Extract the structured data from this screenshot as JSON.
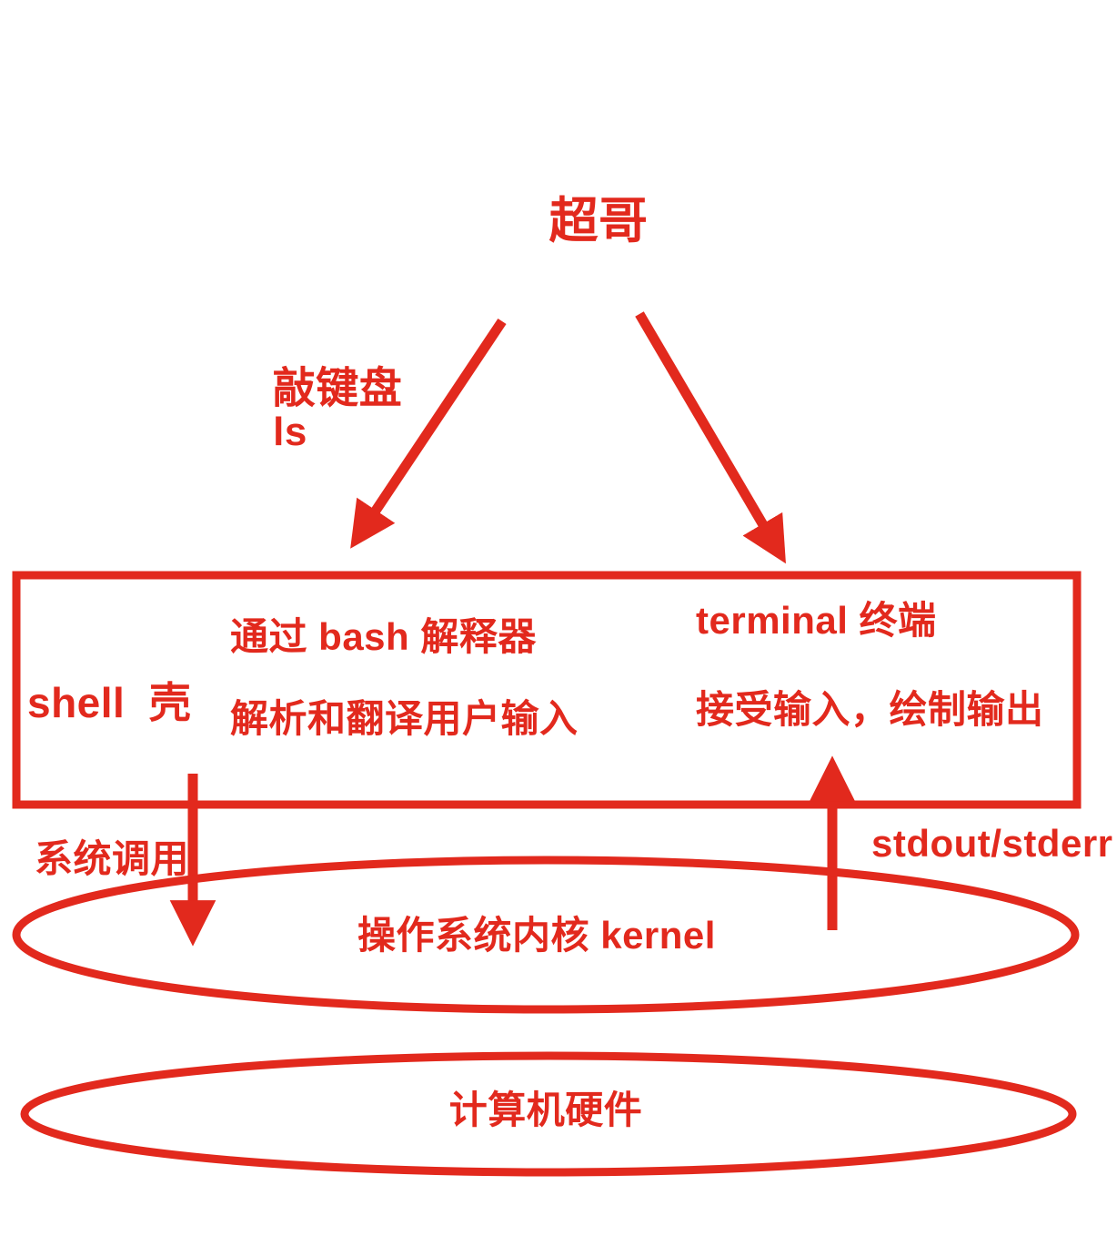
{
  "diagram": {
    "title_context": "shell / terminal / kernel diagram",
    "accent_color": "#e2291d",
    "background_color": "#ffffff",
    "nodes": {
      "user": "超哥",
      "keyboard_action": "敲键盘",
      "command": "ls",
      "shell_label": "shell  壳",
      "shell_desc_line1": "通过 bash 解释器",
      "shell_desc_line2": "解析和翻译用户输入",
      "terminal_label": "terminal 终端",
      "terminal_desc": "接受输入，绘制输出",
      "syscall_label": "系统调用",
      "stdout_label": "stdout/stderr",
      "kernel_label": "操作系统内核 kernel",
      "hardware_label": "计算机硬件"
    },
    "edges": [
      {
        "from": "user",
        "to": "shell",
        "label": "敲键盘 ls",
        "direction": "down-left"
      },
      {
        "from": "user",
        "to": "terminal",
        "label": "",
        "direction": "down-right"
      },
      {
        "from": "shell",
        "to": "kernel",
        "label": "系统调用",
        "direction": "down"
      },
      {
        "from": "kernel",
        "to": "terminal",
        "label": "stdout/stderr",
        "direction": "up"
      }
    ]
  }
}
